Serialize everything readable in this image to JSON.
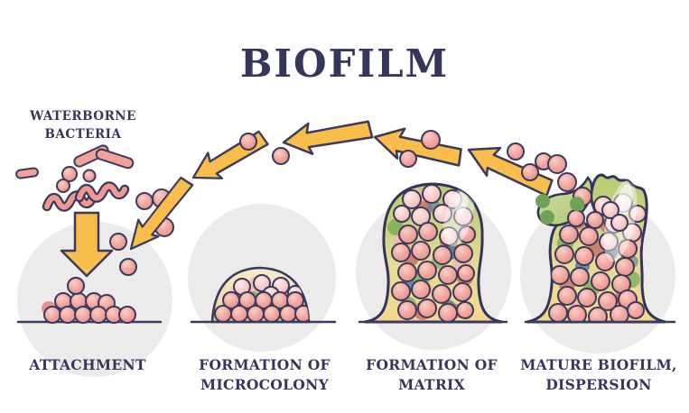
{
  "title": "BIOFILM",
  "waterborne_label": "WATERBORNE BACTERIA",
  "stages": [
    {
      "label": "ATTACHMENT"
    },
    {
      "label": "FORMATION OF MICROCOLONY"
    },
    {
      "label": "FORMATION OF MATRIX"
    },
    {
      "label": "MATURE BIOFILM, DISPERSION"
    }
  ],
  "icons": [
    "rod-bacterium-icon",
    "coccus-bacterium-icon",
    "spiral-bacterium-icon",
    "down-arrow-icon",
    "cycle-arrow-icon"
  ],
  "colors": {
    "text_navy": "#36365c",
    "outline_navy": "#3a3a5e",
    "bacteria_pink": "#f0a198",
    "bacteria_pink_light": "#f7d2cf",
    "pile_pink_muted": "#e08a7f",
    "arrow_yellow": "#f8bd4a",
    "matrix_green": "#b6ca72",
    "matrix_yellow": "#f3d88e",
    "dome_cream": "#f0debe",
    "background_circle_gray": "#eceaea",
    "accent_green": "#6fa258",
    "accent_red": "#c96a63",
    "accent_blue": "#567a96",
    "background": "#ffffff"
  }
}
